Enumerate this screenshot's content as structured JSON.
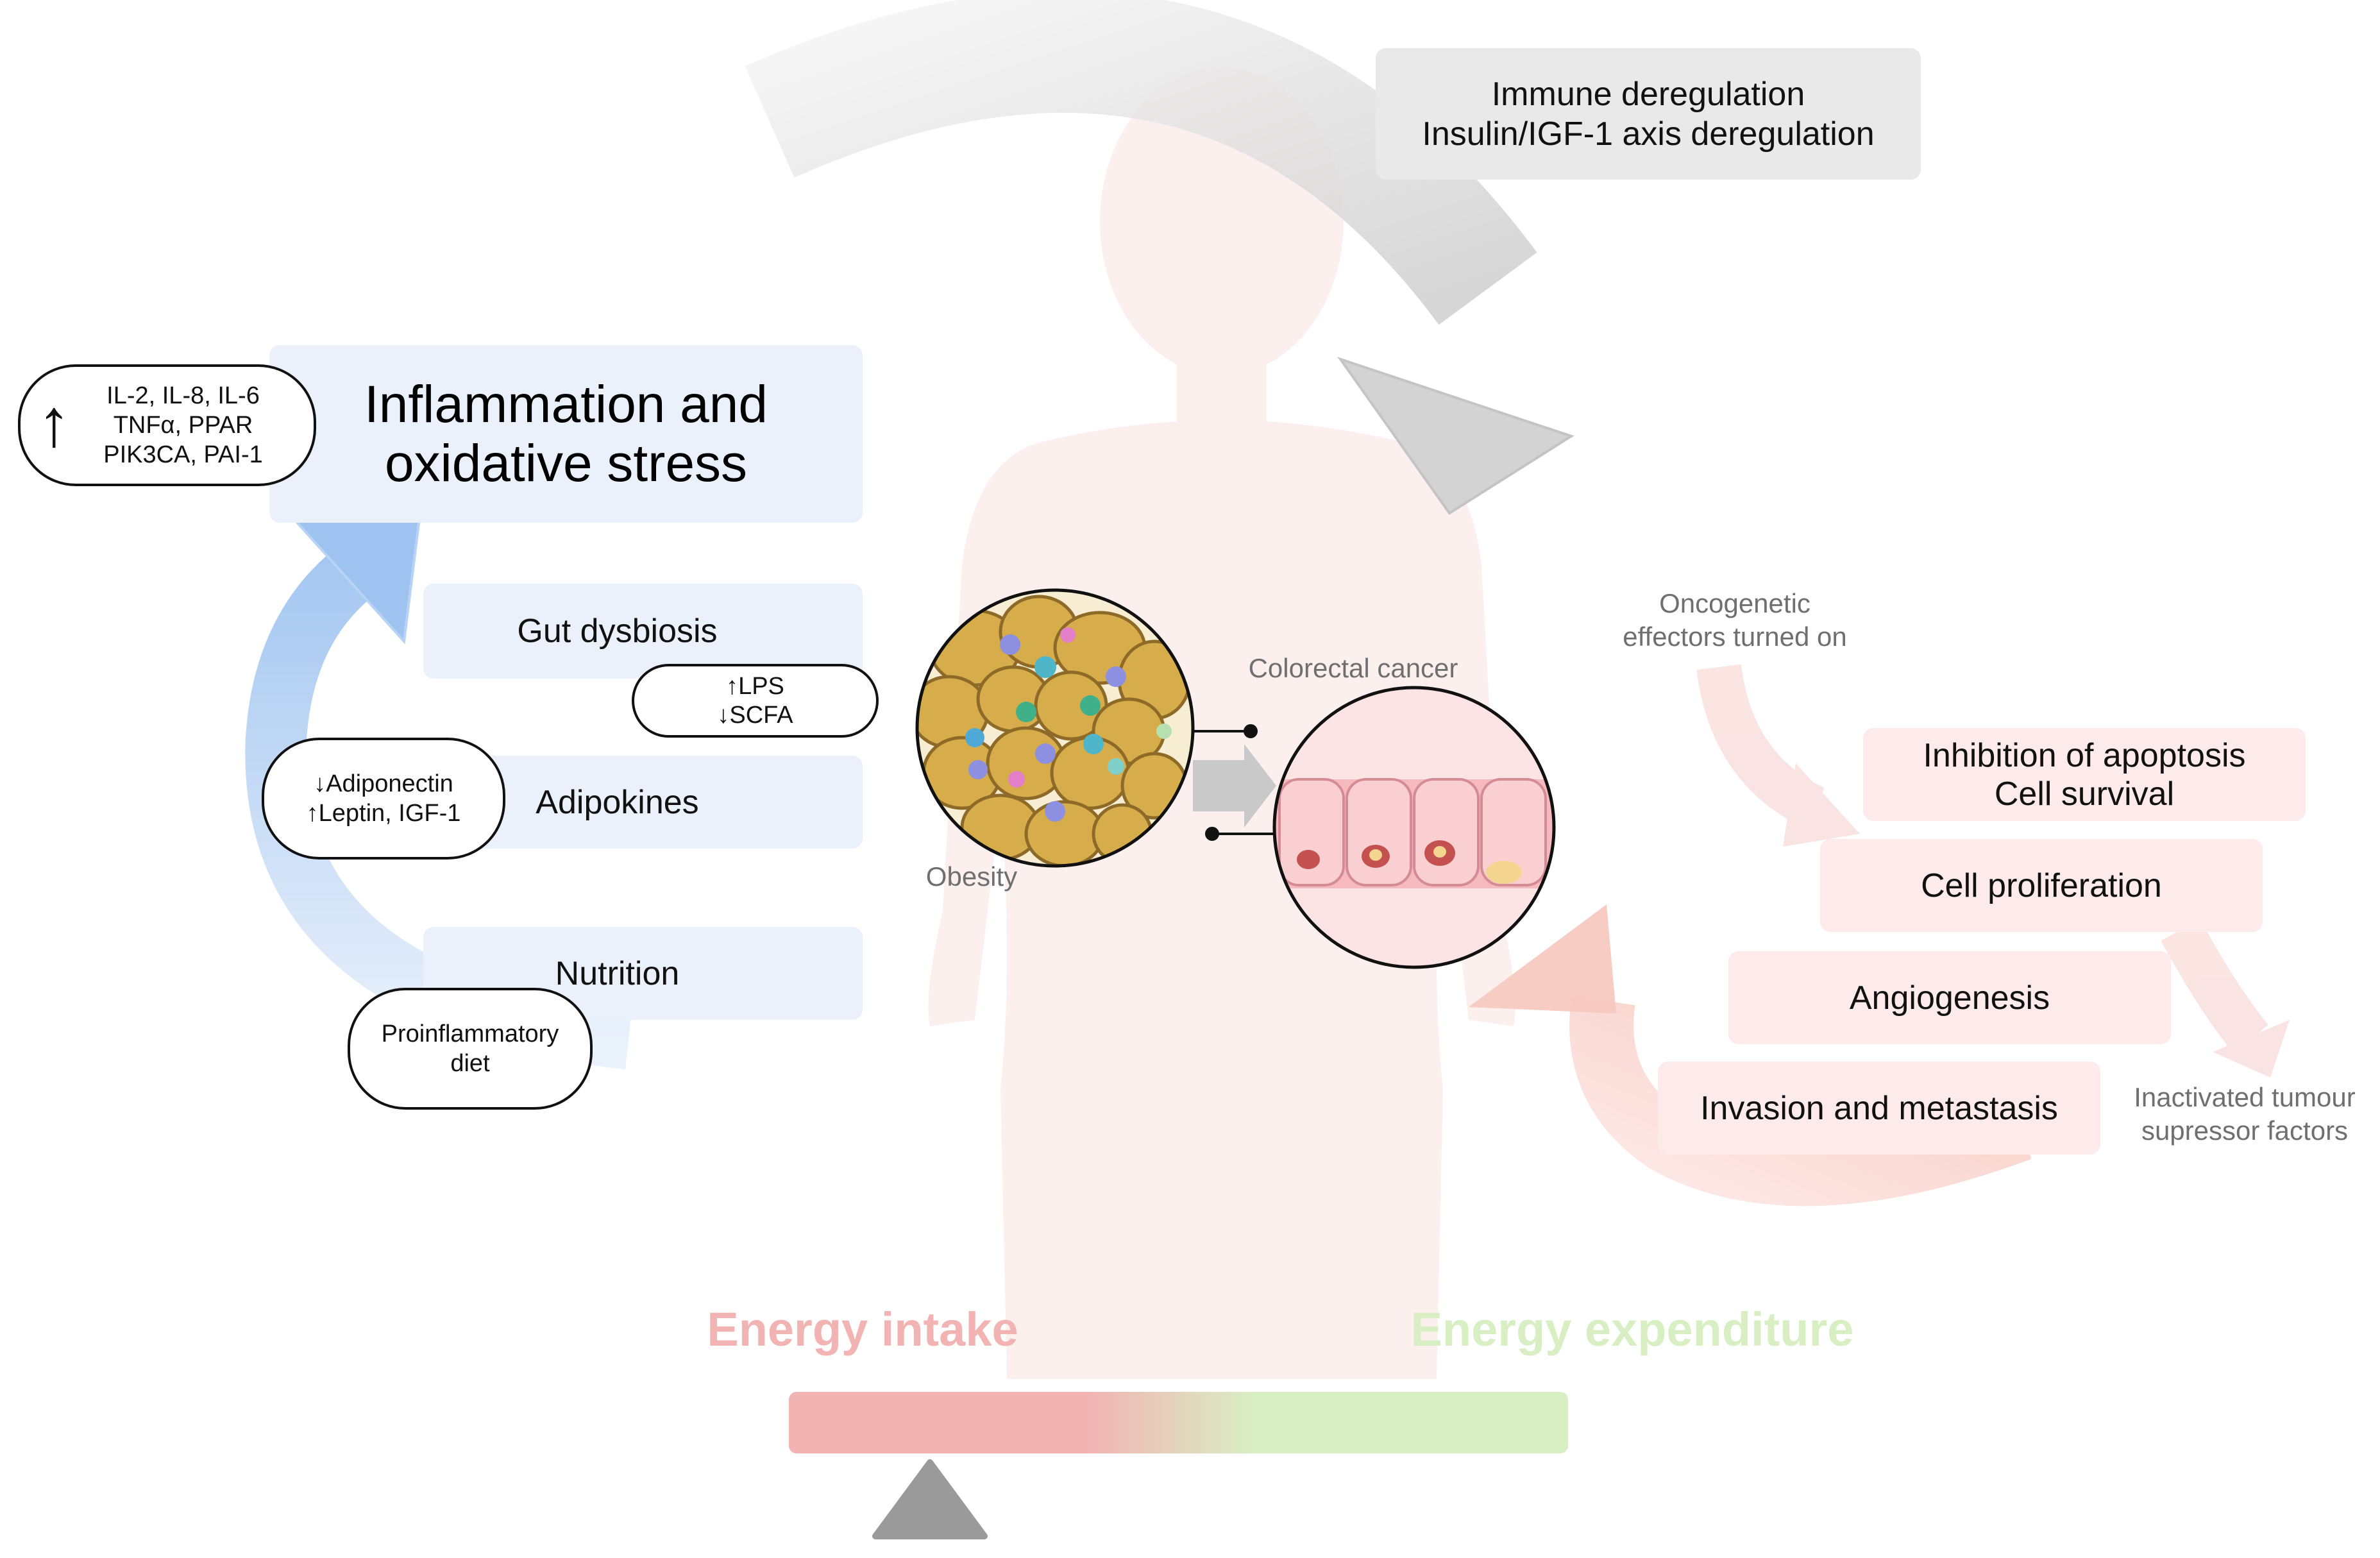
{
  "top_box": {
    "line1": "Immune deregulation",
    "line2": "Insulin/IGF-1 axis deregulation"
  },
  "left_column": {
    "inflammation": {
      "line1": "Inflammation and",
      "line2": "oxidative stress"
    },
    "gut_dysbiosis": "Gut dysbiosis",
    "adipokines": "Adipokines",
    "nutrition": "Nutrition"
  },
  "pills": {
    "cytokines": {
      "arrow": "↑",
      "line1": "IL-2, IL-8, IL-6",
      "line2": "TNFα, PPAR",
      "line3": "PIK3CA, PAI-1"
    },
    "lps_scfa": {
      "line1": "↑LPS",
      "line2": "↓SCFA"
    },
    "adiponectin": {
      "line1": "↓Adiponectin",
      "line2": "↑Leptin, IGF-1"
    },
    "diet": {
      "line1": "Proinflammatory",
      "line2": "diet"
    }
  },
  "center": {
    "obesity_label": "Obesity",
    "crc_label": "Colorectal cancer"
  },
  "right_column": {
    "oncogenetic": {
      "line1": "Oncogenetic",
      "line2": "effectors turned on"
    },
    "apoptosis": {
      "line1": "Inhibition of apoptosis",
      "line2": "Cell survival"
    },
    "proliferation": "Cell proliferation",
    "angiogenesis": "Angiogenesis",
    "invasion": "Invasion and metastasis",
    "tumour_suppressor": {
      "line1": "Inactivated tumour",
      "line2": "supressor factors"
    }
  },
  "balance": {
    "intake": "Energy intake",
    "expenditure": "Energy expenditure"
  },
  "colors": {
    "intake": "#f2b3b3",
    "expenditure": "#d8efc4",
    "blue_box": "#eaf1fb",
    "pink_box": "#fdeaea",
    "gray_box": "#e9e9e9",
    "silhouette": "#fbeeec"
  }
}
